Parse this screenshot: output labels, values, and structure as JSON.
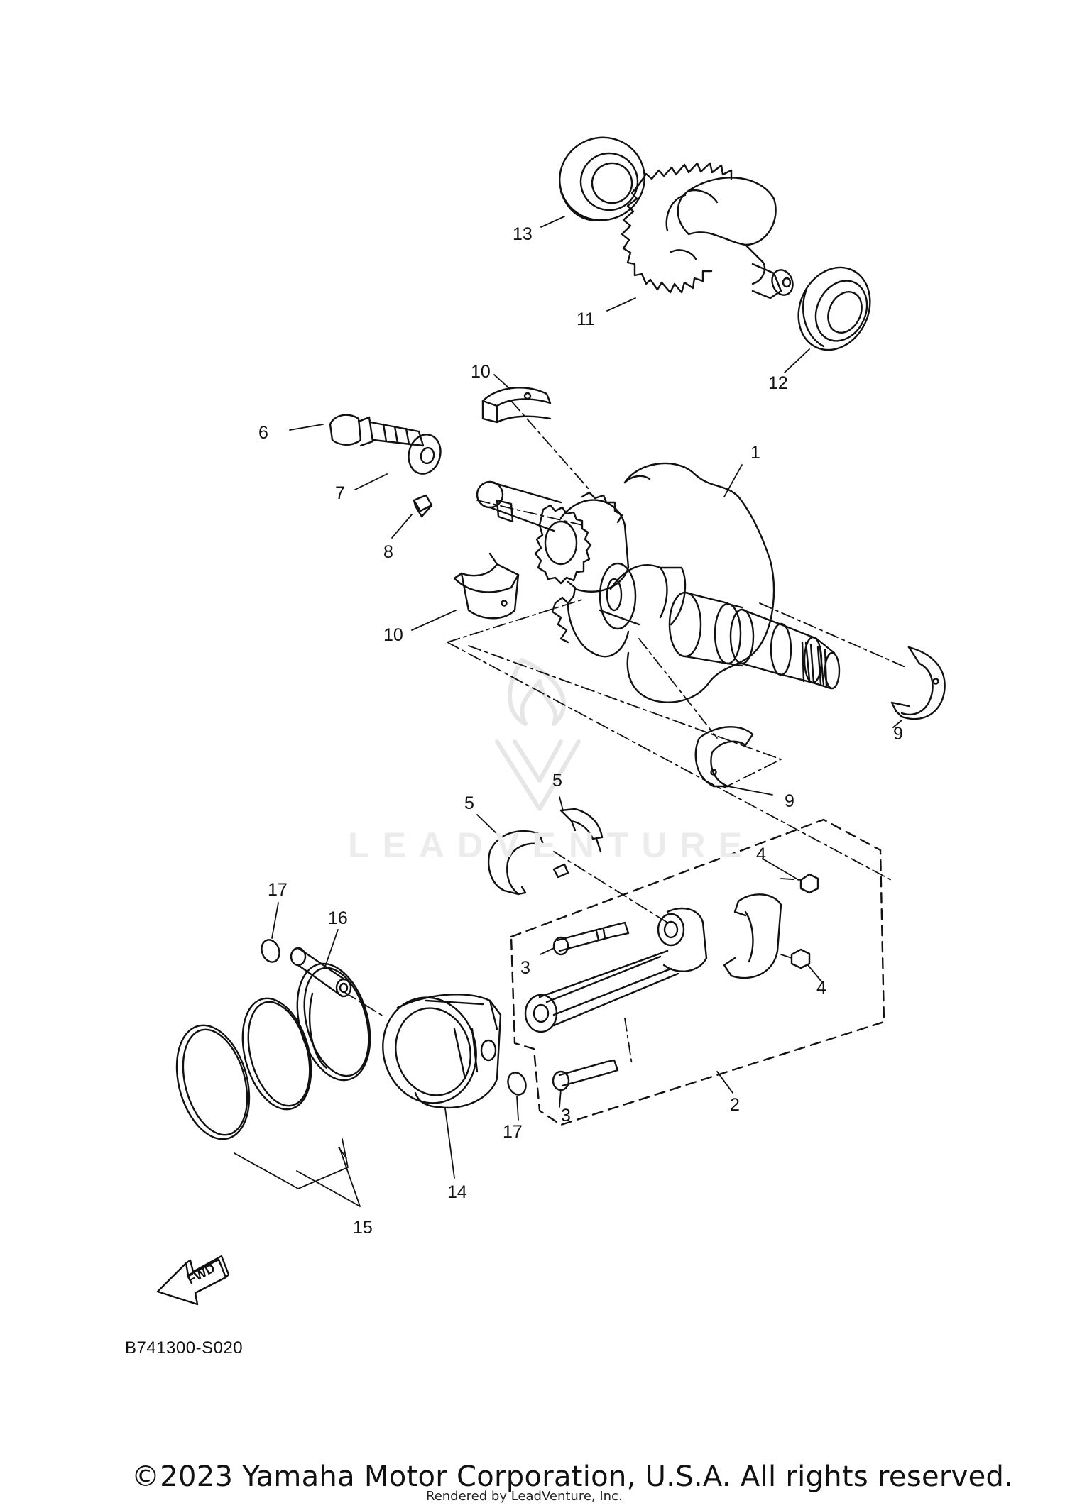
{
  "diagram": {
    "code": "B741300-S020",
    "fwd_label": "FWD",
    "copyright": "©2023 Yamaha Motor Corporation, U.S.A. All rights reserved.",
    "rendered_by": "Rendered by LeadVenture, Inc.",
    "watermark": "LEADVENTURE"
  },
  "callouts": {
    "c1": "1",
    "c2": "2",
    "c3a": "3",
    "c3b": "3",
    "c4a": "4",
    "c4b": "4",
    "c5a": "5",
    "c5b": "5",
    "c6": "6",
    "c7": "7",
    "c8": "8",
    "c9a": "9",
    "c9b": "9",
    "c10a": "10",
    "c10b": "10",
    "c11": "11",
    "c12": "12",
    "c13": "13",
    "c14": "14",
    "c15": "15",
    "c16": "16",
    "c17a": "17",
    "c17b": "17"
  }
}
